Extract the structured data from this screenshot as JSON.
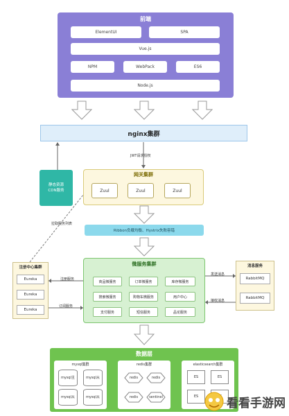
{
  "frontend": {
    "title": "前端",
    "items": [
      "ElementUI",
      "SPA",
      "Vue.js",
      "NPM",
      "WebPack",
      "ES6",
      "Node.js"
    ]
  },
  "nginx": {
    "label": "nginx集群"
  },
  "jwt_label": "JWT请求授权",
  "cdn": {
    "line1": "静态资源",
    "line2": "CDN服务"
  },
  "gateway": {
    "title": "网关集群",
    "nodes": [
      "Zuul",
      "Zuul",
      "Zuul"
    ]
  },
  "pull_label": "拉取服务列表",
  "ribbon": {
    "label": "Ribbon负载均衡、Hystrix失败容错"
  },
  "registry": {
    "title": "注册中心集群",
    "nodes": [
      "Eureka",
      "Eureka",
      "Eureka"
    ]
  },
  "register_label": "注册服务",
  "subscribe_label": "订阅服务",
  "microservices": {
    "title": "微服务集群",
    "services": [
      "商品微服务",
      "订单微服务",
      "库存微服务",
      "搜索微服务",
      "购物车微服务",
      "用户中心",
      "支付服务",
      "短信服务",
      "品论服务"
    ]
  },
  "send_label": "发送消息",
  "receive_label": "接收消息",
  "mq": {
    "title": "消息服务",
    "nodes": [
      "RabbitMQ",
      "RabbitMQ"
    ]
  },
  "datalayer": {
    "title": "数据层",
    "mysql": {
      "title": "mysql集群",
      "nodes": [
        "mysql主",
        "mysql从",
        "mysql从",
        "mysql从"
      ]
    },
    "redis": {
      "title": "redis集群",
      "nodes": [
        "redis",
        "redis",
        "redis",
        "sentinel"
      ]
    },
    "es": {
      "title": "elasticsearch集群",
      "nodes": [
        "ES",
        "ES",
        "ES",
        "ES"
      ]
    }
  },
  "watermark": "看看手游网",
  "colors": {
    "frontend": "#8a7fd6",
    "nginx": "#dfeefa",
    "cdn": "#2fb7a6",
    "gateway": "#fdf7df",
    "ribbon": "#8cd9ec",
    "microservices": "#d7f1d2",
    "datalayer": "#6fc34f"
  }
}
